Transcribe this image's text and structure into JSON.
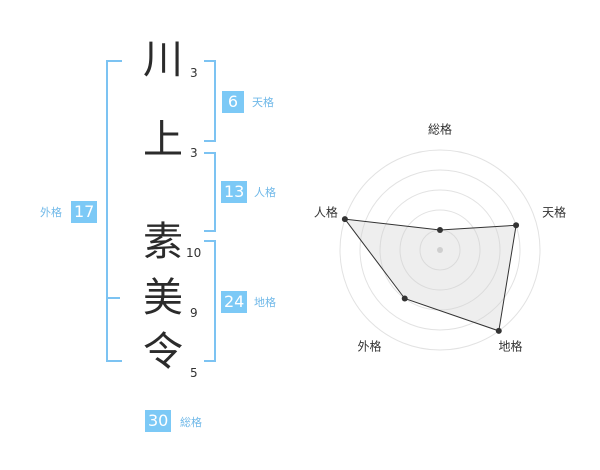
{
  "name_chars": [
    {
      "char": "川",
      "strokes": "3"
    },
    {
      "char": "上",
      "strokes": "3"
    },
    {
      "char": "素",
      "strokes": "10"
    },
    {
      "char": "美",
      "strokes": "9"
    },
    {
      "char": "令",
      "strokes": "5"
    }
  ],
  "ten": {
    "value": "6",
    "label": "天格"
  },
  "jin": {
    "value": "13",
    "label": "人格"
  },
  "chi": {
    "value": "24",
    "label": "地格"
  },
  "gai": {
    "value": "17",
    "label": "外格"
  },
  "sou": {
    "value": "30",
    "label": "総格"
  },
  "colors": {
    "accent": "#7cc9f6",
    "bracket": "#7cc3f2",
    "label": "#6fb8e8"
  },
  "chart_data": {
    "type": "radar",
    "axes": [
      "総格",
      "天格",
      "地格",
      "外格",
      "人格"
    ],
    "values": [
      1,
      4,
      5,
      3,
      5
    ],
    "range": [
      0,
      5
    ],
    "grid_rings": 5
  }
}
